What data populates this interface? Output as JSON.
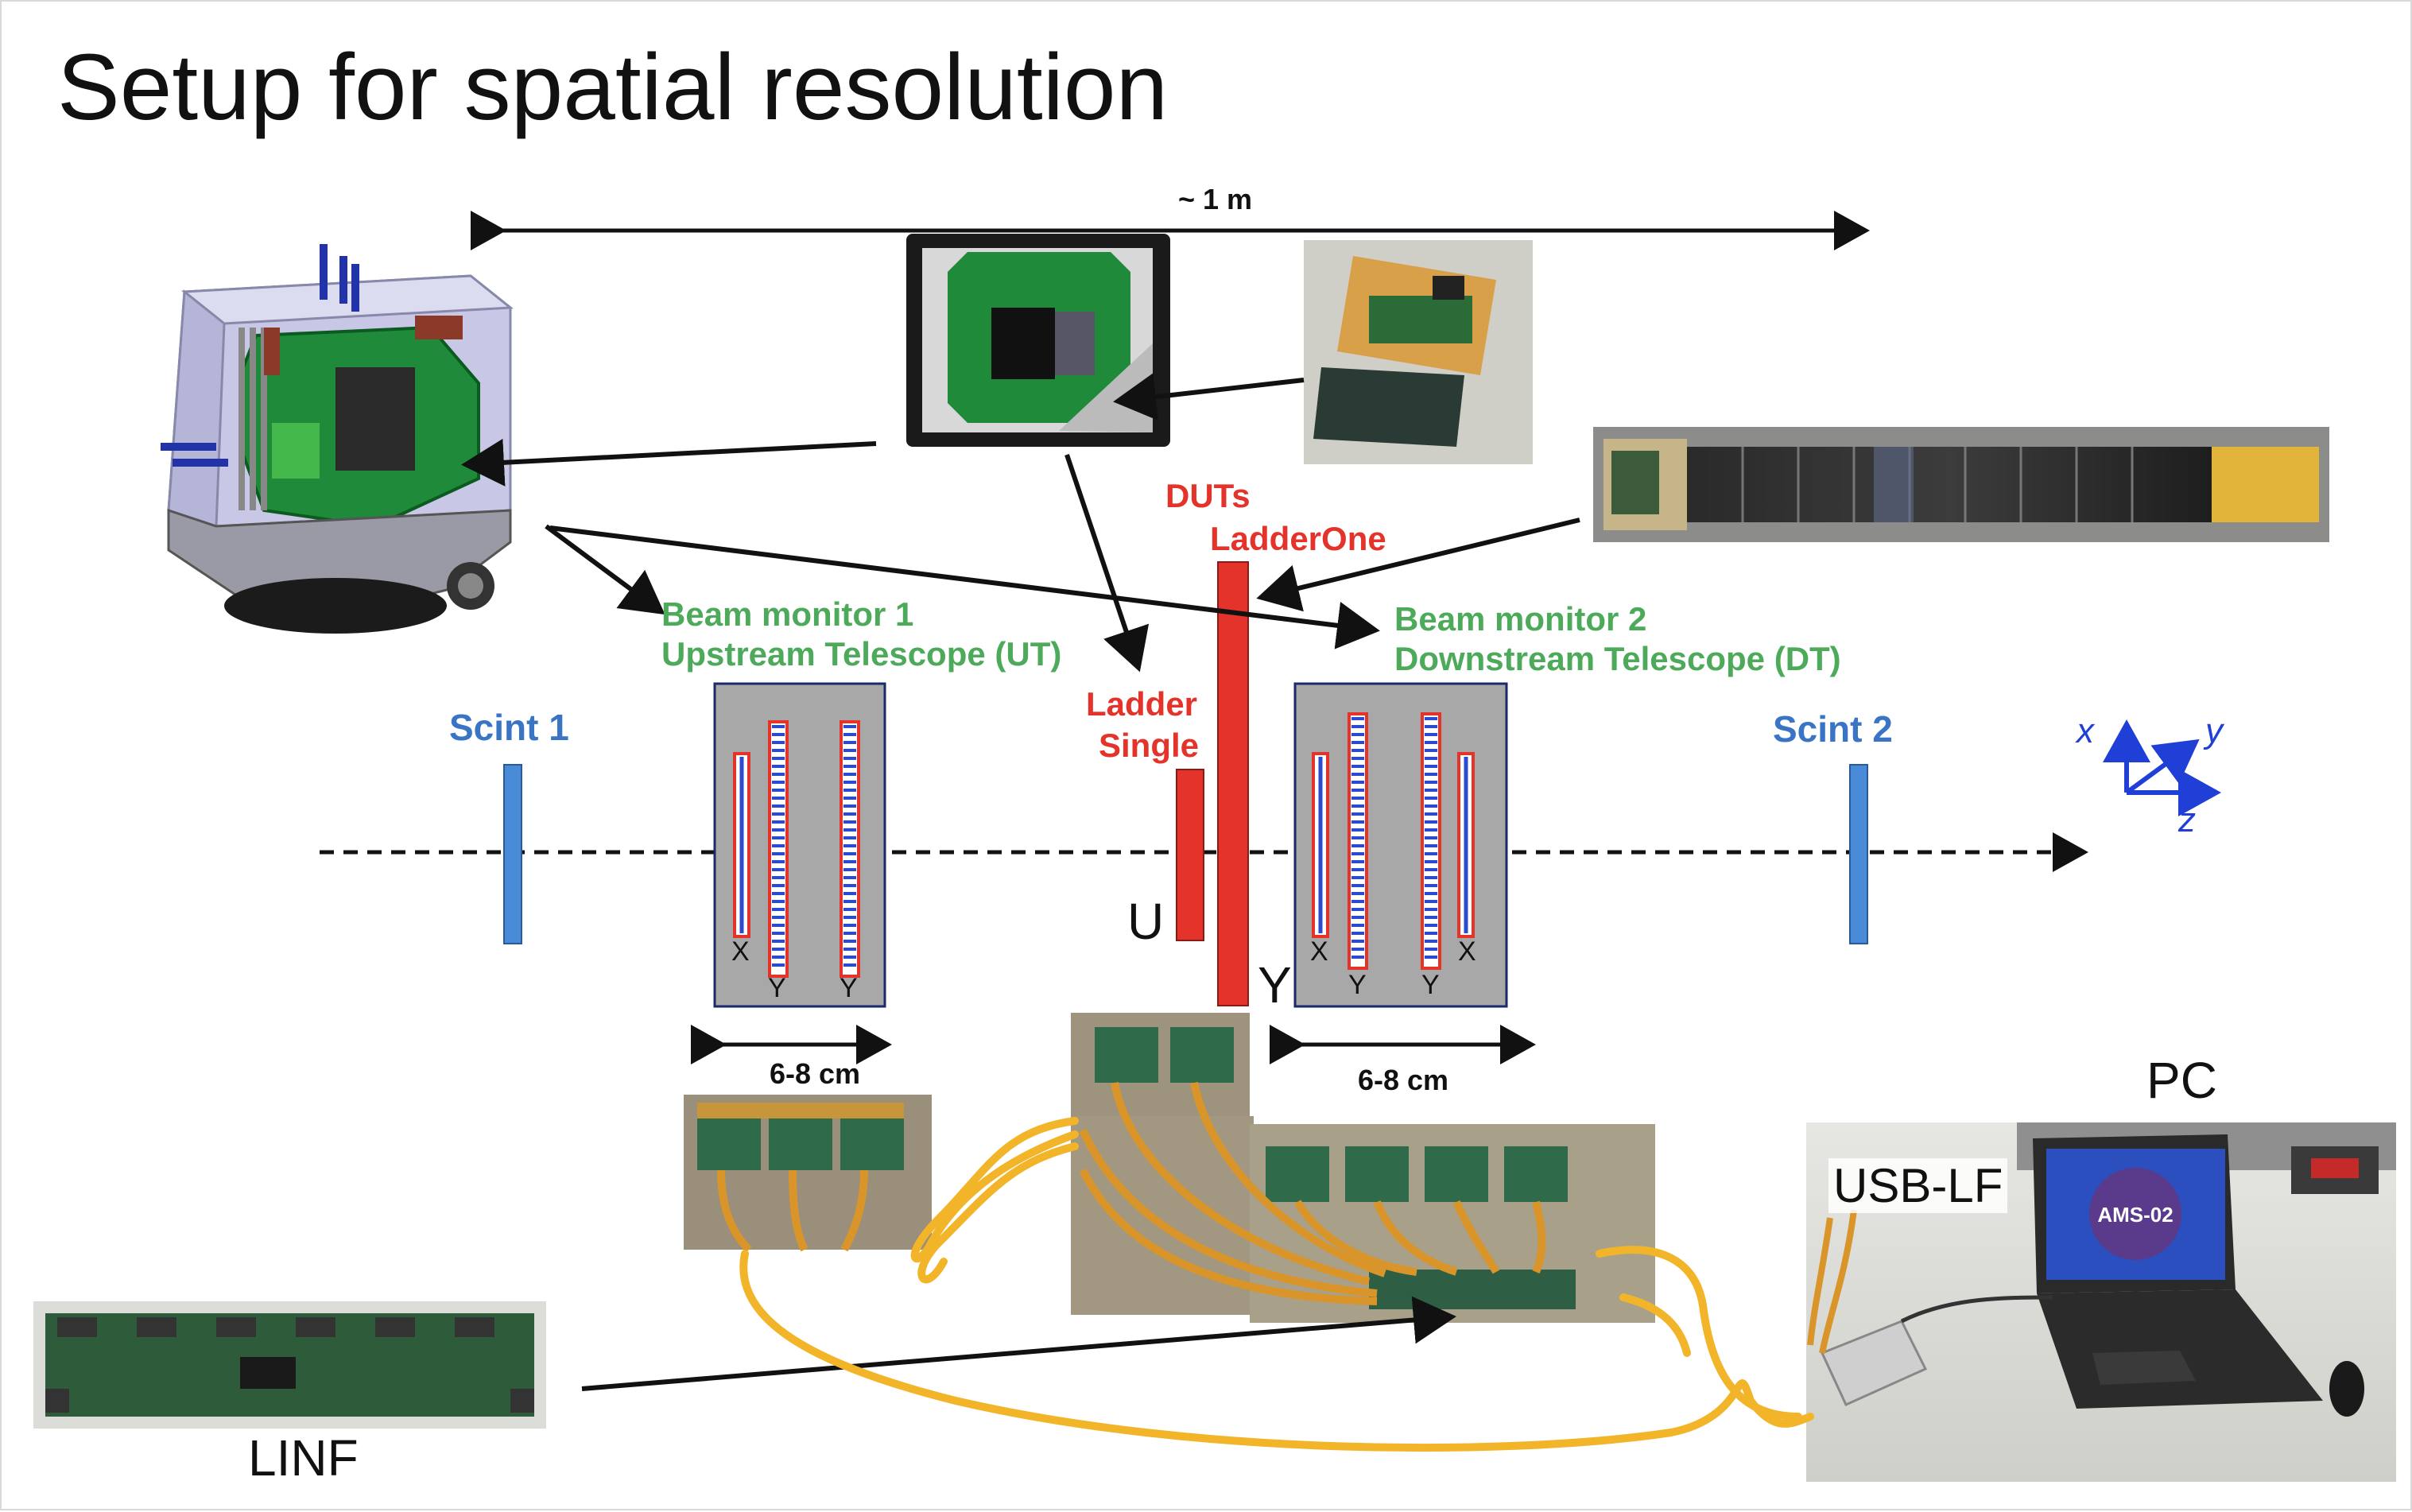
{
  "title": "Setup for spatial resolution",
  "labels": {
    "distance_total": "~ 1 m",
    "duts": "DUTs",
    "ladder_one": "LadderOne",
    "ladder_single_1": "Ladder",
    "ladder_single_2": "Single",
    "beam_monitor_1_line1": "Beam monitor 1",
    "beam_monitor_1_line2": "Upstream Telescope (UT)",
    "beam_monitor_2_line1": "Beam monitor 2",
    "beam_monitor_2_line2": "Downstream Telescope (DT)",
    "scint_1": "Scint 1",
    "scint_2": "Scint 2",
    "ut_width": "6-8 cm",
    "dt_width": "6-8 cm",
    "u_label": "U",
    "y_label": "Y",
    "ut_planes": [
      "X",
      "Y",
      "Y"
    ],
    "dt_planes": [
      "X",
      "Y",
      "Y",
      "X"
    ],
    "pc": "PC",
    "usb_lf": "USB-LF",
    "linf": "LINF",
    "axis_x": "x",
    "axis_y": "y",
    "axis_z": "z"
  },
  "photo_texts": {
    "laptop_screen": "AMS-02"
  },
  "colors": {
    "green_text": "#4caa5a",
    "blue_text": "#3a74c4",
    "red_text": "#e3332a",
    "axis_blue": "#1f3fd6",
    "cable_yellow": "#f2b52a"
  }
}
